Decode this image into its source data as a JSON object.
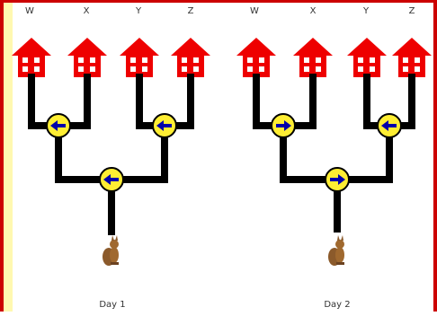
{
  "colors": {
    "border_left": "#cc0000",
    "border_right": "#cc0000",
    "top_strip": "#cc0000",
    "side_strip": "#fff8b0",
    "house": "#ee0000",
    "pipe": "#000000",
    "valve_fill": "#ffee33",
    "arrow": "#0000aa"
  },
  "panels": [
    {
      "id": "day1",
      "caption": "Day 1",
      "houses": [
        "W",
        "X",
        "Y",
        "Z"
      ],
      "valves": {
        "left": "left",
        "right": "left",
        "bottom": "left"
      }
    },
    {
      "id": "day2",
      "caption": "Day 2",
      "houses": [
        "W",
        "X",
        "Y",
        "Z"
      ],
      "valves": {
        "left": "right",
        "right": "left",
        "bottom": "right"
      }
    }
  ],
  "icons": {
    "house": "house-icon",
    "valve": "valve-arrow-icon",
    "creature": "squirrel-icon"
  }
}
